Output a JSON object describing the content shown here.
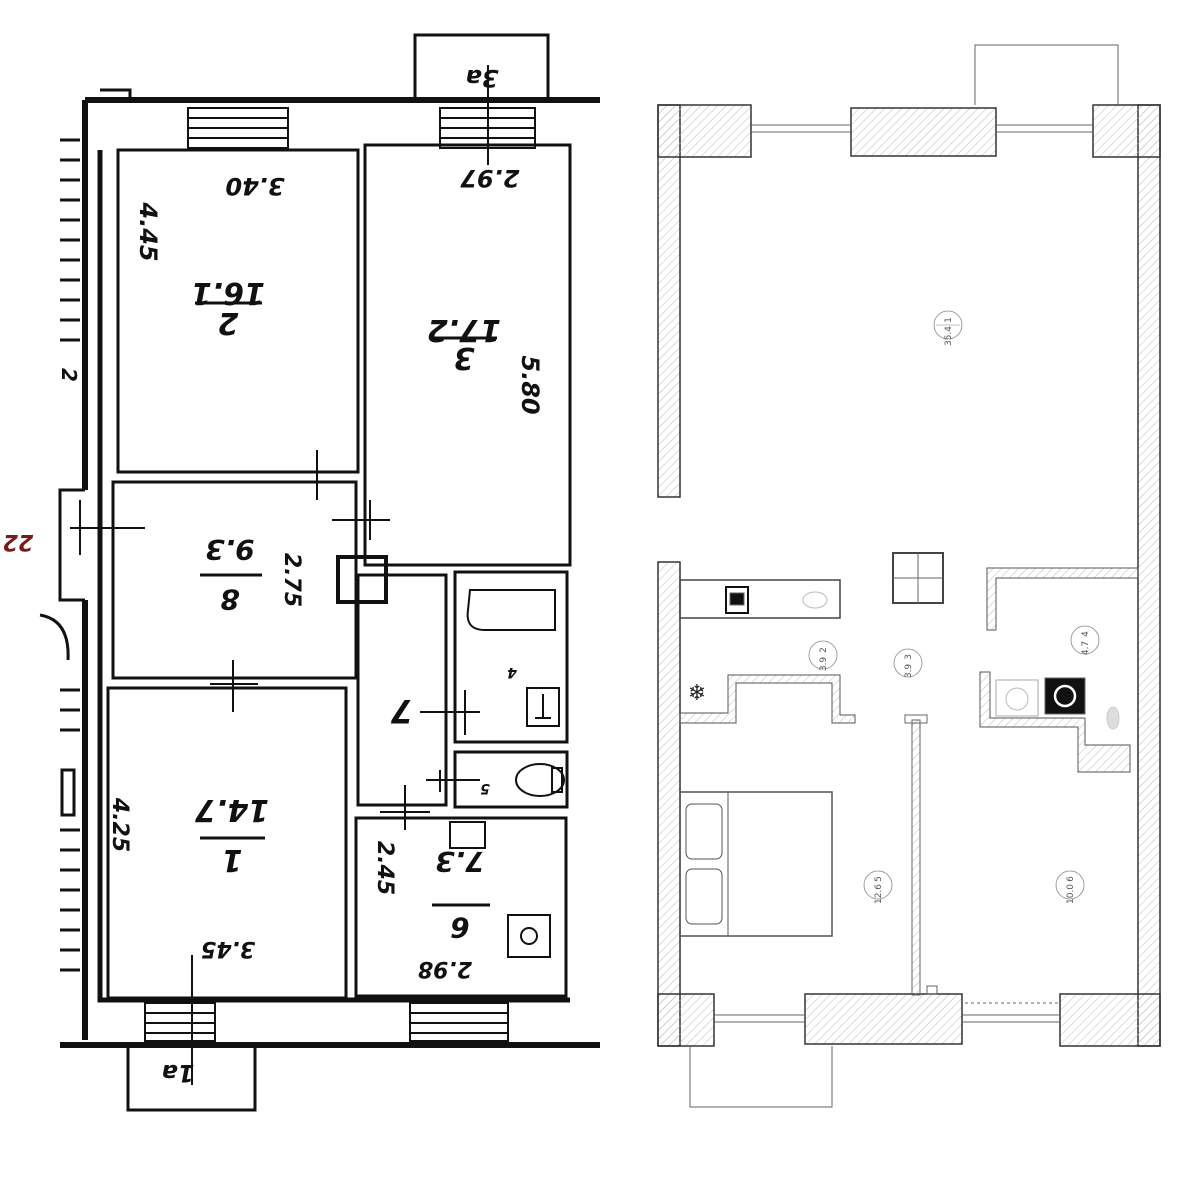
{
  "before_plan": {
    "rooms": [
      {
        "number": "2",
        "area": "16.1",
        "dim_a": "3.40",
        "dim_b": "4.45"
      },
      {
        "number": "3",
        "area": "17.2",
        "dim_a": "2.97",
        "dim_b": "5.80"
      },
      {
        "number": "8",
        "area": "9.3",
        "dim_b": "2.75"
      },
      {
        "number": "1",
        "area": "14.7",
        "dim_a": "3.45",
        "dim_b": "4.25"
      },
      {
        "number": "6",
        "area": "7.3",
        "dim_a": "2.98",
        "dim_b": "2.45"
      },
      {
        "number": "7"
      },
      {
        "number": "4"
      },
      {
        "number": "5"
      }
    ],
    "balconies": {
      "top": "3a",
      "bottom": "1a"
    },
    "side_labels": {
      "left_number": "22",
      "left_mark": "2"
    }
  },
  "after_plan": {
    "rooms": [
      {
        "number": "1",
        "area": "35.4"
      },
      {
        "number": "2",
        "area": "3.9"
      },
      {
        "number": "3",
        "area": "3.9"
      },
      {
        "number": "4",
        "area": "4.7"
      },
      {
        "number": "5",
        "area": "12.6"
      },
      {
        "number": "6",
        "area": "10.0"
      }
    ]
  },
  "colors": {
    "ink": "#111111",
    "thin_line": "#555555",
    "hatch": "#999999",
    "paper": "#ffffff"
  }
}
